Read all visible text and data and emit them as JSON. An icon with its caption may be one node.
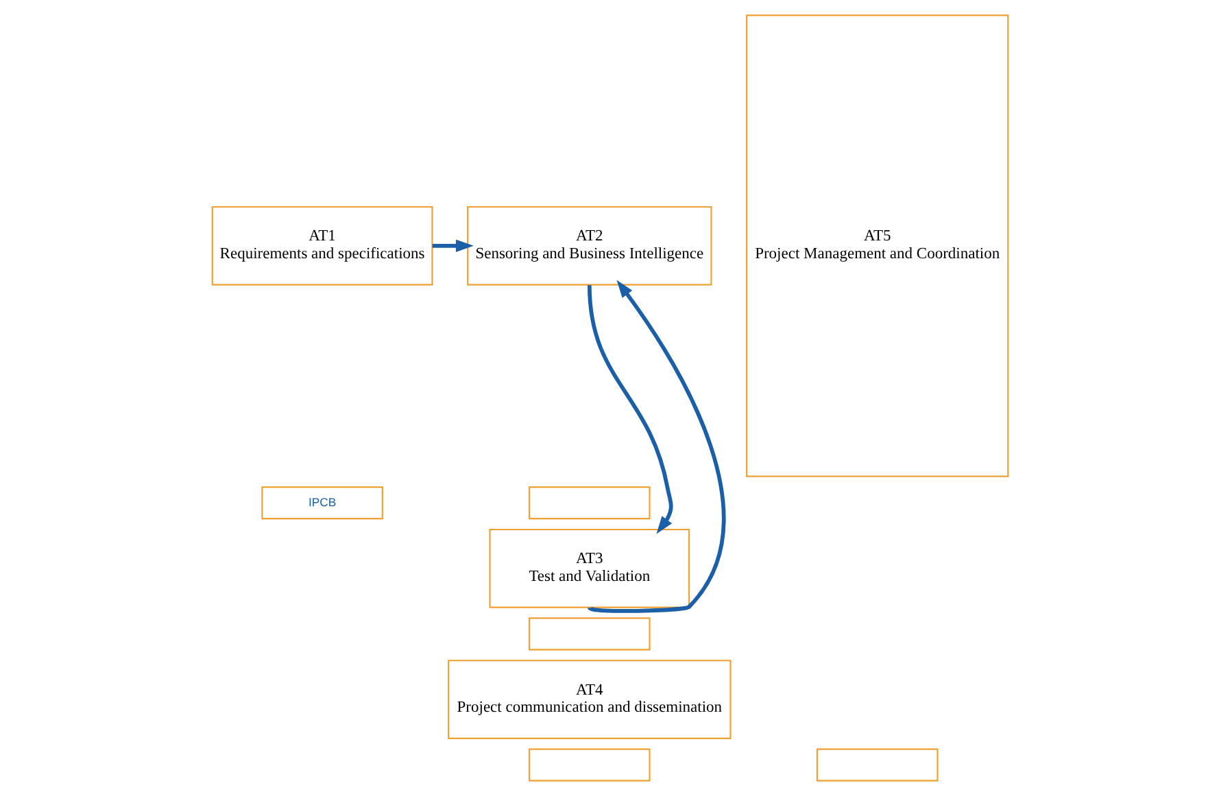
{
  "diagram": {
    "nodes": [
      {
        "text": [
          "AT1",
          "Requirements and specifications"
        ]
      },
      {
        "text": [
          "IPCB"
        ]
      },
      {
        "text": [
          "AT2",
          "Sensoring and Business Intelligence"
        ]
      },
      {
        "text": [],
        "shape": "box"
      },
      {
        "text": [
          "AT3",
          "Test and Validation"
        ]
      },
      {
        "text": [],
        "shape": "box"
      },
      {
        "text": [
          "AT4",
          "Project communication and dissemination"
        ]
      },
      {
        "text": [],
        "shape": "box"
      },
      {
        "text": [
          "AT5",
          "Project Management and Coordination"
        ]
      },
      {
        "text": [],
        "shape": "box"
      }
    ],
    "edges": [
      {
        "from": 0,
        "to": 2,
        "arrow": "to"
      },
      {
        "from": 2,
        "to": 4,
        "arrow": "to"
      },
      {
        "from": 4,
        "to": 2,
        "arrow": "to"
      }
    ]
  }
}
